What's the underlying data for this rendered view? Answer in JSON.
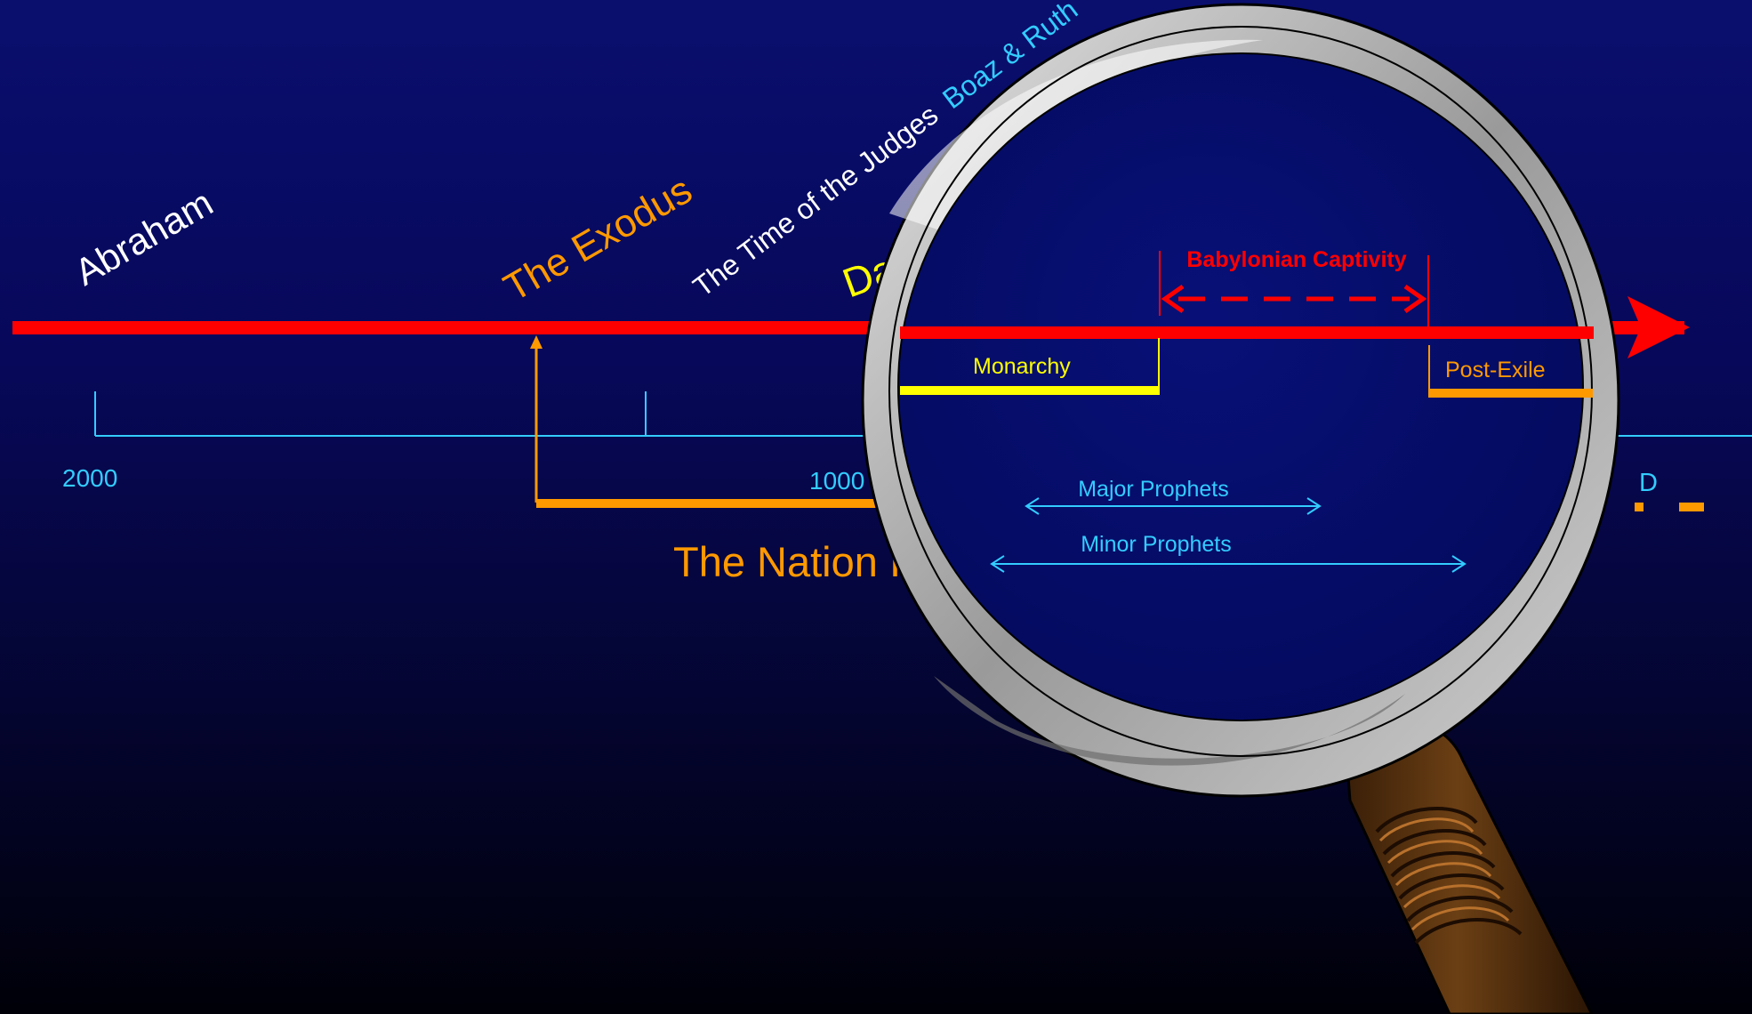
{
  "slide": {
    "labels": {
      "abraham": "Abraham",
      "exodus": "The Exodus",
      "judges_prefix": "The Time of the Judges",
      "judges_suffix": "Boaz & Ruth",
      "david_partial": "Da",
      "nation_partial": "The Nation Is",
      "ad_partial": "D"
    },
    "scale": {
      "tick_2000": "2000",
      "tick_1000": "1000"
    },
    "magnifier": {
      "babylonian": "Babylonian Captivity",
      "monarchy": "Monarchy",
      "post_exile": "Post-Exile",
      "major_prophets": "Major Prophets",
      "minor_prophets": "Minor Prophets"
    }
  },
  "colors": {
    "timeline": "#ff0000",
    "scale": "#33ccff",
    "orange": "#ff9900",
    "yellow": "#ffff00",
    "cyan_text": "#33ccff",
    "lens_inner": "#000a6c"
  },
  "icons": {
    "magnifier": "magnifying-glass-icon"
  }
}
